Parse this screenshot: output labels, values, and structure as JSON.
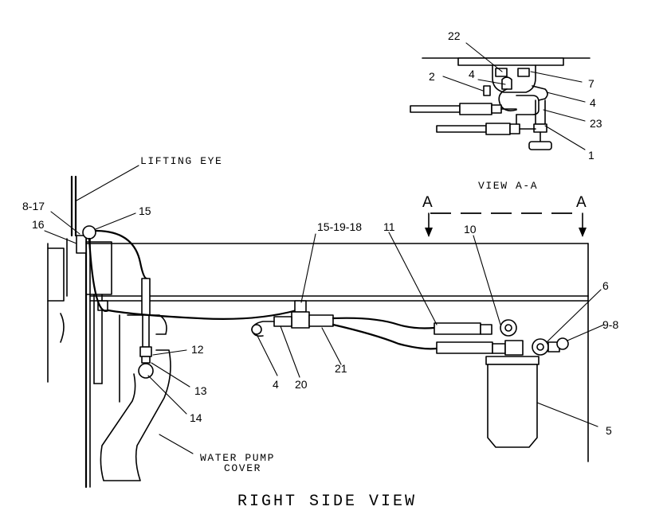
{
  "title": "RIGHT SIDE VIEW",
  "view_label": "VIEW A-A",
  "section_marker": "A",
  "callouts": {
    "lifting_eye": "LIFTING EYE",
    "water_pump_line1": "WATER PUMP",
    "water_pump_line2": "COVER",
    "c_8_17": "8-17",
    "c_16": "16",
    "c_15_top": "15",
    "c_15_19_18": "15-19-18",
    "c_11": "11",
    "c_10": "10",
    "c_6": "6",
    "c_9_8": "9-8",
    "c_12": "12",
    "c_13": "13",
    "c_14": "14",
    "c_4_main": "4",
    "c_20": "20",
    "c_21": "21",
    "c_5": "5",
    "c_22": "22",
    "c_2": "2",
    "c_4_view_inner": "4",
    "c_7": "7",
    "c_4_view_outer": "4",
    "c_23": "23",
    "c_1": "1"
  }
}
